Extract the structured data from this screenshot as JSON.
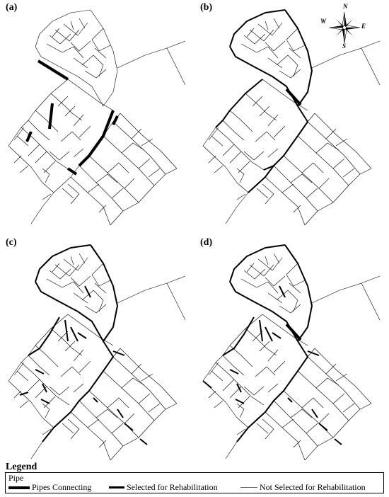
{
  "panels": [
    {
      "id": "a",
      "label": "(a)"
    },
    {
      "id": "b",
      "label": "(b)"
    },
    {
      "id": "c",
      "label": "(c)"
    },
    {
      "id": "d",
      "label": "(d)"
    }
  ],
  "compass": {
    "n": "N",
    "s": "S",
    "e": "E",
    "w": "W"
  },
  "legend": {
    "title": "Legend",
    "subtitle": "Pipe",
    "items": [
      {
        "label": "Pipes Connecting",
        "style": "thick"
      },
      {
        "label": "Selected for Rehabilitation",
        "style": "medium"
      },
      {
        "label": "Not Selected for Rehabilitation",
        "style": "thin"
      }
    ]
  },
  "colors": {
    "line": "#000000",
    "background": "#ffffff"
  }
}
